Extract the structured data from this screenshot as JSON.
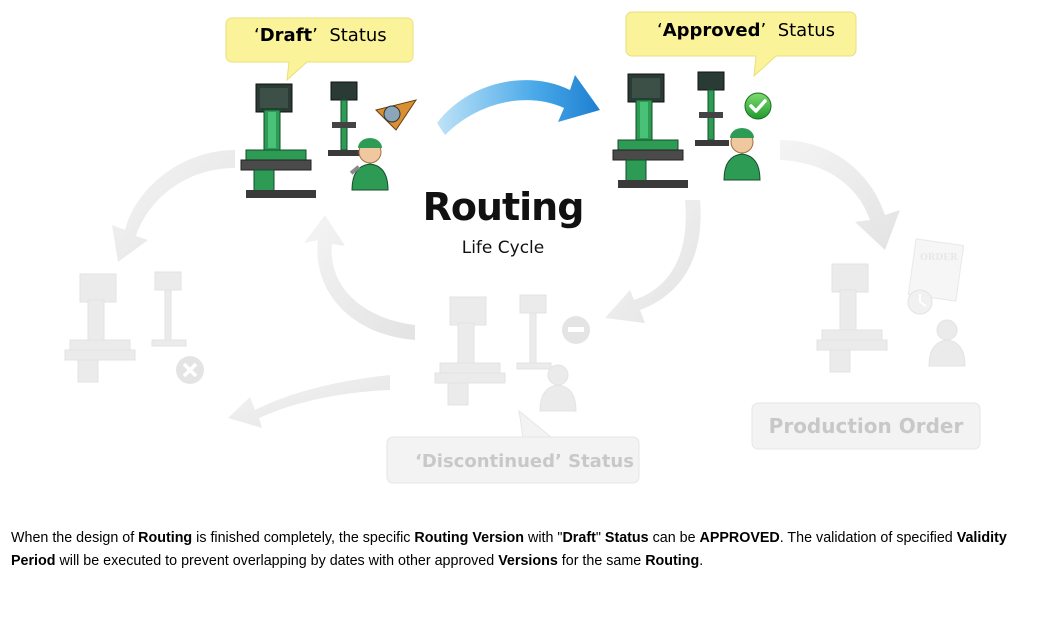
{
  "callouts": {
    "draft": {
      "quote_open": "‘",
      "name": "Draft",
      "quote_close": "’",
      "word": "Status"
    },
    "approved": {
      "quote_open": "‘",
      "name": "Approved",
      "quote_close": "’",
      "word": "Status"
    },
    "discontinued": {
      "text": "‘Discontinued’  Status"
    }
  },
  "center": {
    "title": "Routing",
    "subtitle": "Life Cycle"
  },
  "production": {
    "label": "Production Order",
    "order_tag": "ORDER"
  },
  "description": {
    "p1": "When the design of ",
    "b1": "Routing",
    "p2": " is finished completely, the specific ",
    "b2": "Routing Version",
    "p3": " with \"",
    "b3": "Draft",
    "p4": "\" ",
    "b4": "Status",
    "p5": " can be ",
    "b5": "APPROVED",
    "p6": ".  The validation of specified ",
    "b6": "Validity Period",
    "p7": " will be executed to prevent overlapping by dates with other approved ",
    "b7": "Versions",
    "p8": " for the same ",
    "b8": "Routing",
    "p9": "."
  },
  "colors": {
    "callout_fill": "#fbf39a",
    "callout_stroke": "#e9df7a",
    "arrow_blue": "#3aa0e6",
    "machine_green": "#2e9b55",
    "faded": "#e2e2e2",
    "approved_check": "#3cb043"
  },
  "icons": [
    "draft-icon",
    "check-icon",
    "remove-icon",
    "minus-icon",
    "clock-icon",
    "order-document-icon",
    "worker-icon"
  ]
}
